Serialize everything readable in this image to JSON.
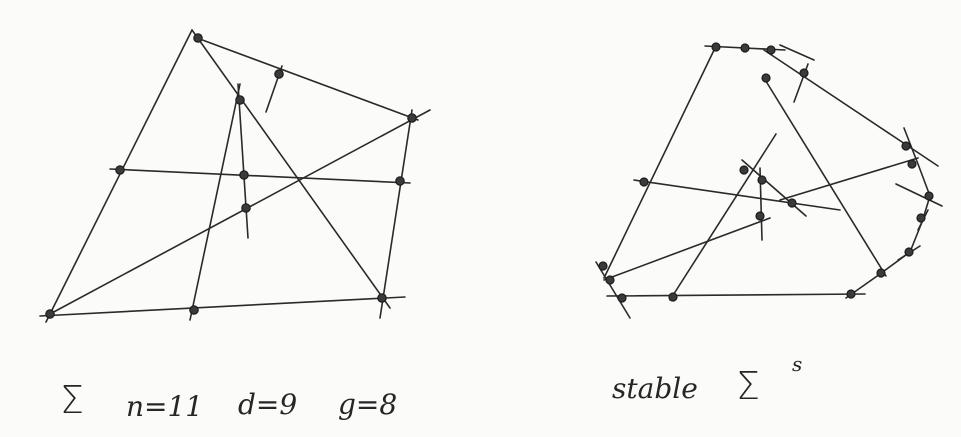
{
  "left_figure": {
    "symbol": "Σ",
    "n_label": "n=11",
    "d_label": "d=9",
    "g_label": "g=8"
  },
  "right_figure": {
    "word": "stable",
    "symbol": "Σ",
    "superscript": "s"
  },
  "ink_color": "#2a2a2a",
  "paper_color": "#fbfbf9"
}
